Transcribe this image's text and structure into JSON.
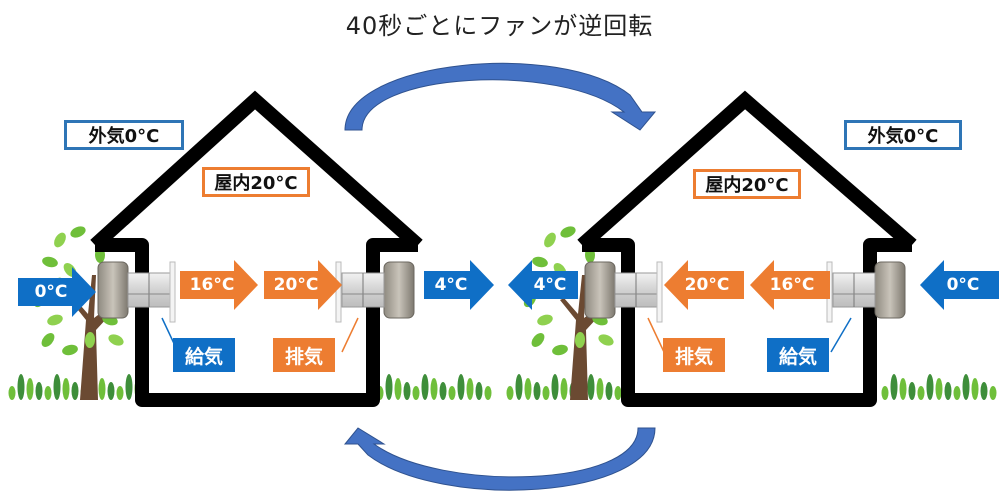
{
  "title": "40秒ごとにファンが逆回転",
  "colors": {
    "outdoor_blue": "#0f6fc6",
    "indoor_orange": "#ed7d31",
    "curve_blue": "#4472c4",
    "house_outline": "#000000",
    "tree_green": "#6fbf3a",
    "grass_dark": "#3e8e3a"
  },
  "left_scene": {
    "outdoor_label": "外気0°C",
    "indoor_label": "屋内20°C",
    "arrows": [
      {
        "text": "0°C",
        "direction": "right",
        "color": "blue"
      },
      {
        "text": "16°C",
        "direction": "right",
        "color": "orange"
      },
      {
        "text": "20°C",
        "direction": "right",
        "color": "orange"
      },
      {
        "text": "4°C",
        "direction": "right",
        "color": "blue"
      }
    ],
    "tags": [
      {
        "text": "給気",
        "color": "blue"
      },
      {
        "text": "排気",
        "color": "orange"
      }
    ]
  },
  "right_scene": {
    "outdoor_label": "外気0°C",
    "indoor_label": "屋内20°C",
    "arrows": [
      {
        "text": "4°C",
        "direction": "left",
        "color": "blue"
      },
      {
        "text": "20°C",
        "direction": "left",
        "color": "orange"
      },
      {
        "text": "16°C",
        "direction": "left",
        "color": "orange"
      },
      {
        "text": "0°C",
        "direction": "left",
        "color": "blue"
      }
    ],
    "tags": [
      {
        "text": "排気",
        "color": "orange"
      },
      {
        "text": "給気",
        "color": "blue"
      }
    ]
  },
  "icons": {
    "cycle_top": "curved-arrow-right",
    "cycle_bottom": "curved-arrow-left",
    "fan_unit": "ventilation-fan",
    "tree": "tree",
    "grass": "grass"
  }
}
